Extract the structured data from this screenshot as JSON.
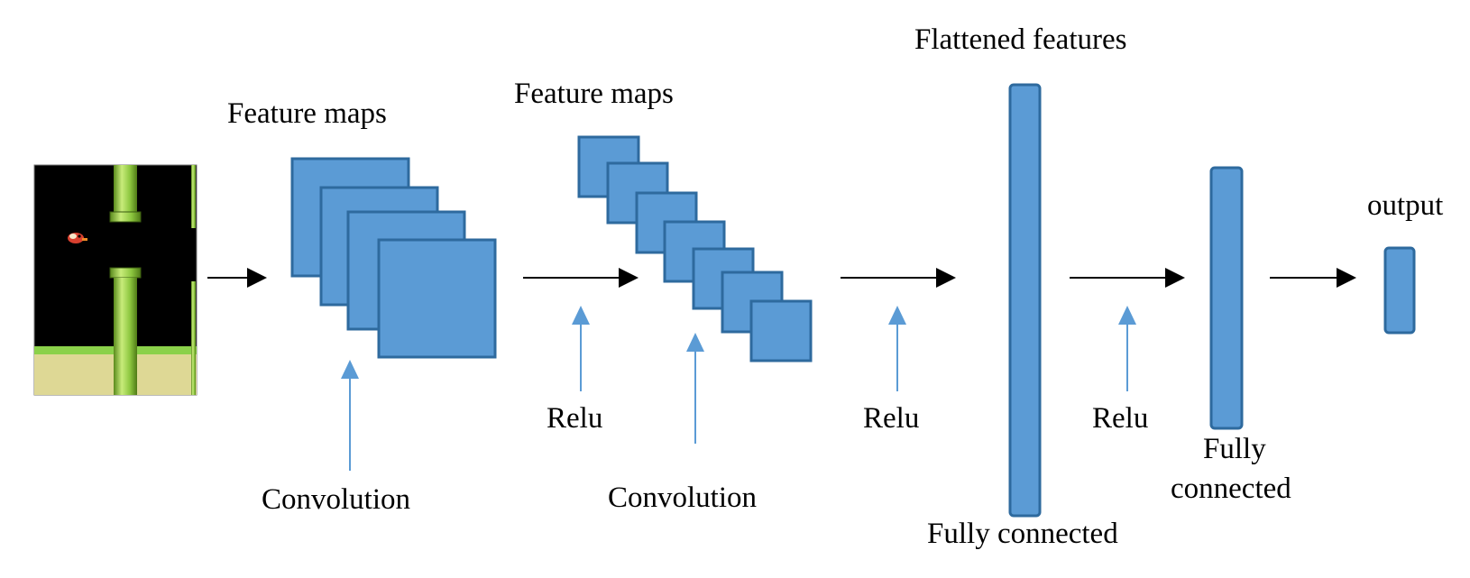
{
  "labels": {
    "feature_maps_1": "Feature maps",
    "feature_maps_2": "Feature maps",
    "flattened_features": "Flattened features",
    "output": "output",
    "convolution_1": "Convolution",
    "convolution_2": "Convolution",
    "relu_1": "Relu",
    "relu_2": "Relu",
    "relu_3": "Relu",
    "fully_connected_1": "Fully connected",
    "fully_connected_2_line1": "Fully",
    "fully_connected_2_line2": "connected"
  },
  "colors": {
    "box_fill": "#5b9bd5",
    "box_stroke": "#2e6a9e",
    "pointer_arrow": "#5b9bd5",
    "flow_arrow": "#000000",
    "game_background": "#000000",
    "pipe_green": "#8cc63f",
    "ground": "#ded895"
  },
  "icons": {
    "input_image": "flappy-bird-game-frame-icon"
  }
}
